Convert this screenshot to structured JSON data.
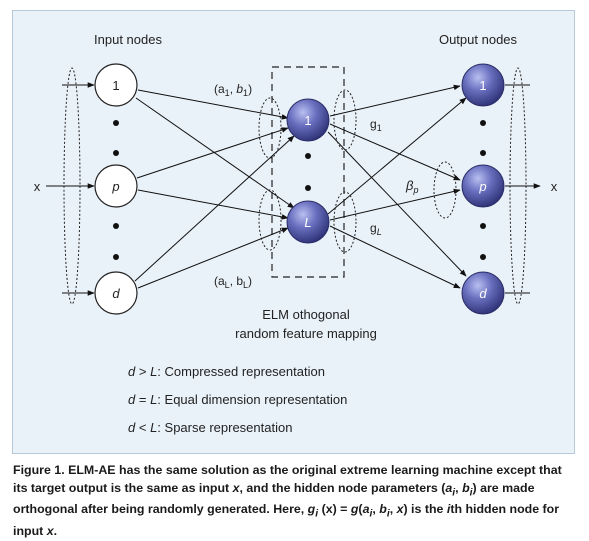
{
  "labels": {
    "input_title": "Input nodes",
    "output_title": "Output nodes",
    "x_in": "x",
    "x_out": "x",
    "ab1_pre": "(a",
    "ab1_sub_a": "1",
    "ab1_mid": ", ",
    "ab1_b": "b",
    "ab1_sub_b": "1",
    "ab1_post": ")",
    "abL_pre": "(a",
    "abL_sub_a": "L",
    "abL_mid": ", b",
    "abL_sub_b": "L",
    "abL_post": ")",
    "g1_main": "g",
    "g1_sub": "1",
    "gL_main": "g",
    "gL_sub": "L",
    "beta_main": "β",
    "beta_sub": "p",
    "mapping_line1": "ELM othogonal",
    "mapping_line2": "random feature mapping"
  },
  "nodes": {
    "input": [
      "1",
      "p",
      "d"
    ],
    "hidden": [
      "1",
      "L"
    ],
    "output": [
      "1",
      "p",
      "d"
    ]
  },
  "representations": [
    {
      "lhs": "d",
      "op": " > ",
      "rhs": "L",
      "desc": ": Compressed representation"
    },
    {
      "lhs": "d",
      "op": " = ",
      "rhs": "L",
      "desc": ": Equal dimension representation"
    },
    {
      "lhs": "d",
      "op": " < ",
      "rhs": "L",
      "desc": ": Sparse representation"
    }
  ],
  "caption": {
    "p1": "Figure 1. ELM-AE has the same solution as the original extreme learning machine except that its target output is the same as input ",
    "x1": "x",
    "p2": ", and the hidden node parameters (",
    "a1": "a",
    "s1": "i",
    "p3": ", ",
    "b1": "b",
    "s2": "i",
    "p4": ") are made orthogonal after being randomly generated. Here, ",
    "g": "g",
    "s3": "i",
    "p5": " (x) = ",
    "g2": "g",
    "p6": "(",
    "a2": "a",
    "s4": "i",
    "p7": ", ",
    "b2": "b",
    "s5": "i",
    "p8": ", ",
    "x2": "x",
    "p9": ") is the ",
    "i": "i",
    "p10": "th hidden node for input ",
    "x3": "x",
    "p11": "."
  },
  "colors": {
    "panel_bg": "#eaf2f9",
    "node_fill": "#ffffff",
    "hidden_fill": "#5a5fa8",
    "line": "#111111"
  }
}
